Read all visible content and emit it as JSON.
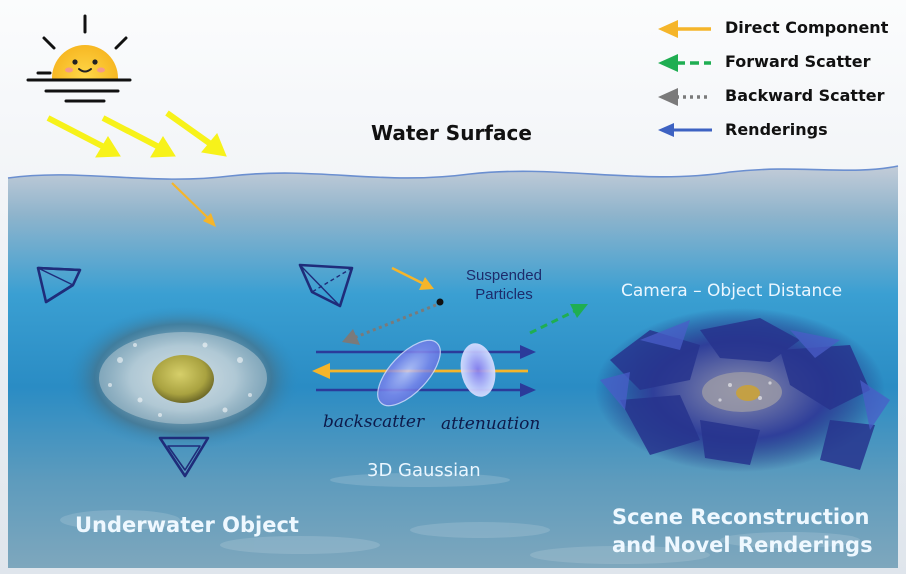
{
  "legend": {
    "direct": "Direct Component",
    "forward": "Forward Scatter",
    "backward": "Backward Scatter",
    "renderings": "Renderings"
  },
  "scene": {
    "water_surface": "Water Surface",
    "suspended_line1": "Suspended",
    "suspended_line2": "Particles",
    "camera_distance": "Camera – Object Distance",
    "backscatter": "backscatter",
    "attenuation": "attenuation",
    "gaussian": "3D Gaussian",
    "underwater_object": "Underwater Object",
    "reconstruction_line1": "Scene Reconstruction",
    "reconstruction_line2": "and Novel Renderings"
  },
  "colors": {
    "direct": "#f5b52a",
    "forward": "#1fae52",
    "backward": "#7a7a7a",
    "renderings": "#3d62c2",
    "sunlight": "#f7f21a"
  },
  "icons": [
    "sun-icon",
    "camera-frustum-icon"
  ]
}
